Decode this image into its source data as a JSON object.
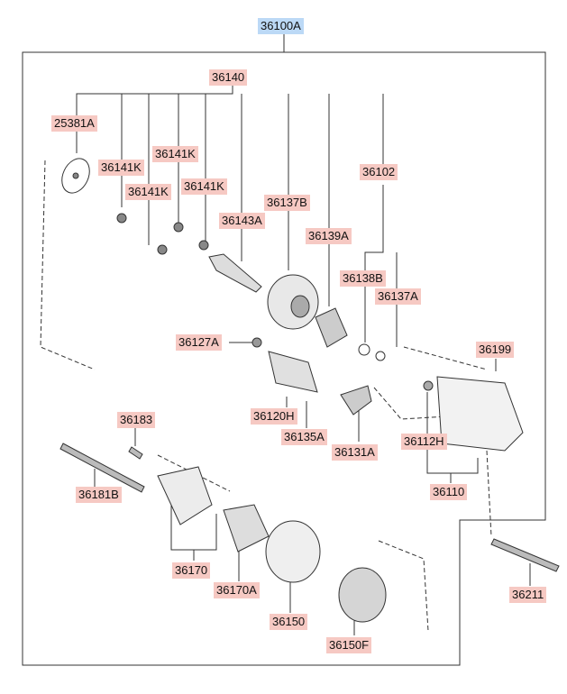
{
  "assembly": {
    "label": "36100A",
    "color": "#bcd9f6"
  },
  "label_color": "#f6c9c3",
  "parts": [
    {
      "id": "36140"
    },
    {
      "id": "25381A"
    },
    {
      "id": "36141K_a",
      "label": "36141K"
    },
    {
      "id": "36141K_b",
      "label": "36141K"
    },
    {
      "id": "36141K_c",
      "label": "36141K"
    },
    {
      "id": "36141K_d",
      "label": "36141K"
    },
    {
      "id": "36102"
    },
    {
      "id": "36137B"
    },
    {
      "id": "36143A"
    },
    {
      "id": "36139A"
    },
    {
      "id": "36138B"
    },
    {
      "id": "36137A"
    },
    {
      "id": "36127A"
    },
    {
      "id": "36199"
    },
    {
      "id": "36120H"
    },
    {
      "id": "36135A"
    },
    {
      "id": "36131A"
    },
    {
      "id": "36112H"
    },
    {
      "id": "36183"
    },
    {
      "id": "36181B"
    },
    {
      "id": "36110"
    },
    {
      "id": "36170"
    },
    {
      "id": "36170A"
    },
    {
      "id": "36150"
    },
    {
      "id": "36211"
    },
    {
      "id": "36150F"
    }
  ]
}
